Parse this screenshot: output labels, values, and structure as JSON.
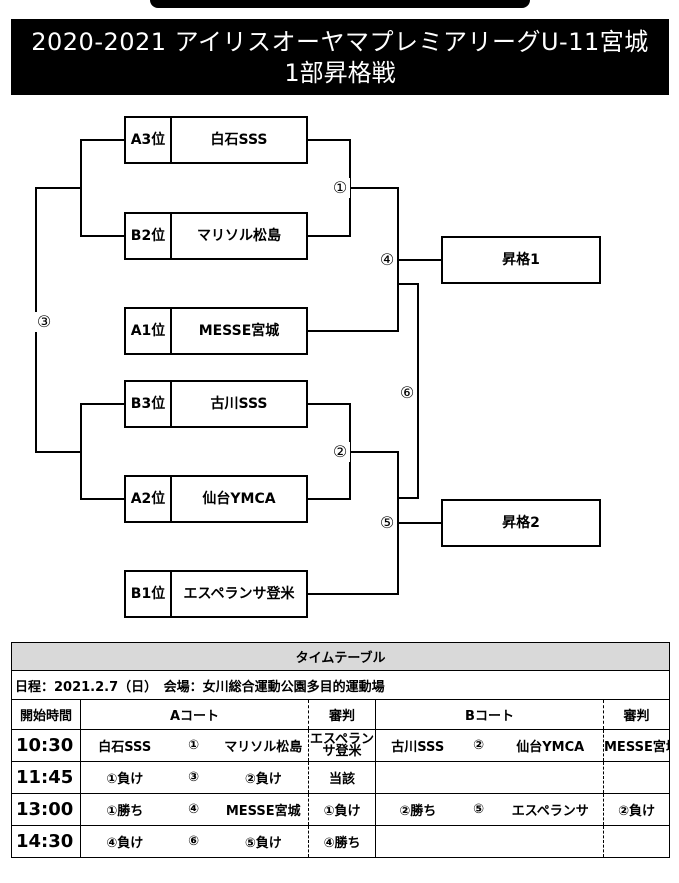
{
  "header": {
    "title_line1": "2020-2021 アイリスオーヤマプレミアリーグU-11宮城",
    "title_line2": "1部昇格戦"
  },
  "bracket": {
    "seeds": [
      {
        "rank": "A3位",
        "team": "白石SSS"
      },
      {
        "rank": "B2位",
        "team": "マリソル松島"
      },
      {
        "rank": "A1位",
        "team": "MESSE宮城"
      },
      {
        "rank": "B3位",
        "team": "古川SSS"
      },
      {
        "rank": "A2位",
        "team": "仙台YMCA"
      },
      {
        "rank": "B1位",
        "team": "エスペランサ登米"
      }
    ],
    "matches": [
      "①",
      "②",
      "③",
      "④",
      "⑤",
      "⑥"
    ],
    "promotions": [
      "昇格1",
      "昇格2"
    ]
  },
  "timetable": {
    "title": "タイムテーブル",
    "info": "日程：2021.2.7（日）　会場：女川総合運動公園多目的運動場",
    "headers": {
      "start_time": "開始時間",
      "a_court": "Aコート",
      "referee_a": "審判",
      "b_court": "Bコート",
      "referee_b": "審判"
    },
    "rows": [
      {
        "time": "10:30",
        "a_home": "白石SSS",
        "a_match": "①",
        "a_away": "マリソル松島",
        "a_ref": "エスペランサ登米",
        "b_home": "古川SSS",
        "b_match": "②",
        "b_away": "仙台YMCA",
        "b_ref": "MESSE宮城"
      },
      {
        "time": "11:45",
        "a_home": "①負け",
        "a_match": "③",
        "a_away": "②負け",
        "a_ref": "当該",
        "b_home": "",
        "b_match": "",
        "b_away": "",
        "b_ref": ""
      },
      {
        "time": "13:00",
        "a_home": "①勝ち",
        "a_match": "④",
        "a_away": "MESSE宮城",
        "a_ref": "①負け",
        "b_home": "②勝ち",
        "b_match": "⑤",
        "b_away": "エスペランサ",
        "b_ref": "②負け"
      },
      {
        "time": "14:30",
        "a_home": "④負け",
        "a_match": "⑥",
        "a_away": "⑤負け",
        "a_ref": "④勝ち",
        "b_home": "",
        "b_match": "",
        "b_away": "",
        "b_ref": ""
      }
    ]
  }
}
